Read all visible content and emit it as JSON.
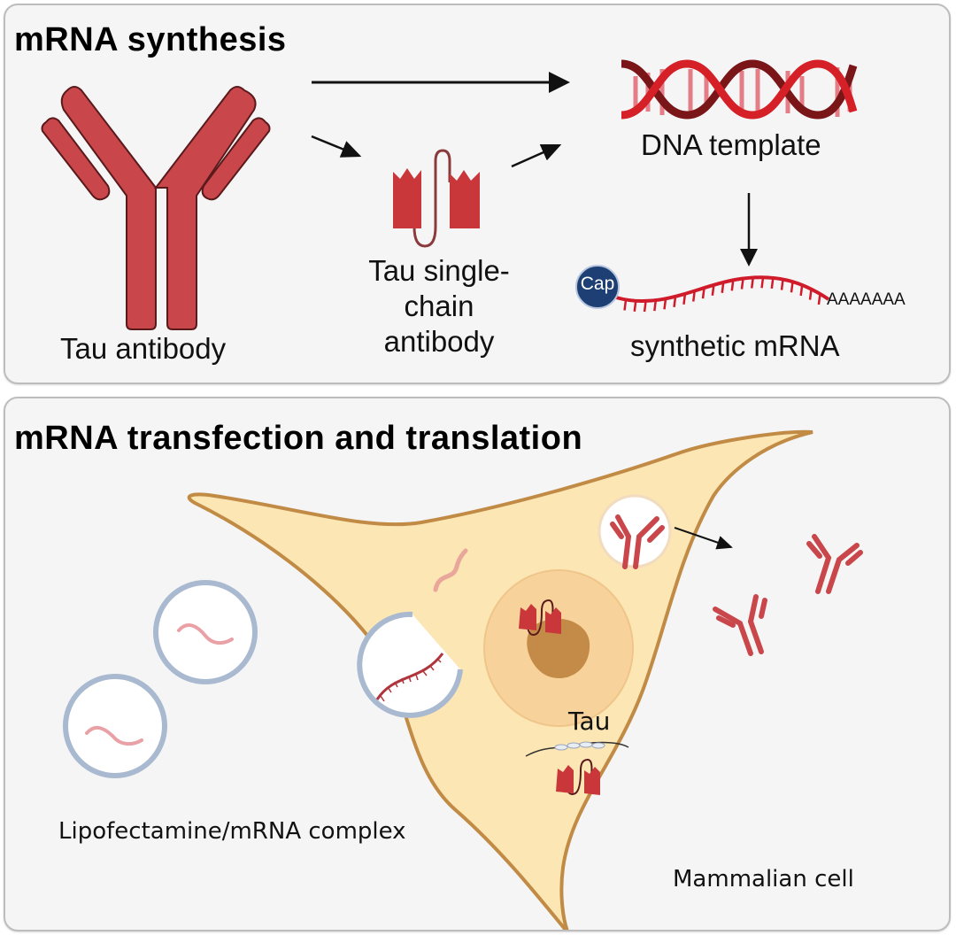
{
  "figure": {
    "panels": [
      {
        "title": "mRNA synthesis",
        "labels": {
          "tau_antibody": "Tau antibody",
          "scfv_line1": "Tau single-",
          "scfv_line2": "chain",
          "scfv_line3": "antibody",
          "dna_template": "DNA template",
          "cap": "Cap",
          "polyA": "AAAAAAA",
          "synthetic_mrna": "synthetic mRNA"
        }
      },
      {
        "title": "mRNA transfection and translation",
        "labels": {
          "lipofectamine": "Lipofectamine/mRNA complex",
          "tau": "Tau",
          "mammalian_cell": "Mammalian cell"
        }
      }
    ],
    "icons": [
      "antibody-icon",
      "single-chain-antibody-icon",
      "dna-helix-icon",
      "mrna-strand-icon",
      "cap-icon",
      "lipid-vesicle-icon",
      "mammalian-cell-icon",
      "nucleus-icon",
      "microtubule-icon",
      "arrow-icon"
    ],
    "colors": {
      "antibody_red": "#c9464b",
      "antibody_outline": "#5a1a1c",
      "dna_dark": "#7a1518",
      "dna_light": "#d52027",
      "cap_blue": "#1d3f73",
      "cell_fill": "#fbe6b4",
      "cell_outline": "#c18b45",
      "nucleus_fill": "#f7d39b",
      "nucleolus_fill": "#c38a48",
      "vesicle_ring": "#a9b9d0",
      "panel_bg": "#f5f5f6"
    }
  }
}
